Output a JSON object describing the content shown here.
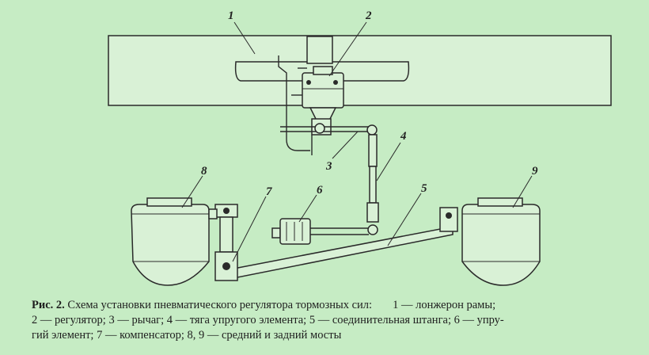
{
  "labels": {
    "n1": "1",
    "n2": "2",
    "n3": "3",
    "n4": "4",
    "n5": "5",
    "n6": "6",
    "n7": "7",
    "n8": "8",
    "n9": "9"
  },
  "caption": {
    "head": "Рис. 2.",
    "line1": "Схема установки пневматического регулятора тормозных сил:",
    "tail1": "1 — лонжерон рамы;",
    "line2": "2 — регулятор; 3 — рычаг; 4 — тяга упругого элемента; 5 — соединительная штанга; 6 — упру-",
    "line3": "гий элемент; 7 — компенсатор; 8, 9 — средний и задний мосты"
  },
  "colors": {
    "background": "#c6ecc4",
    "ink": "#2a2a2a"
  }
}
